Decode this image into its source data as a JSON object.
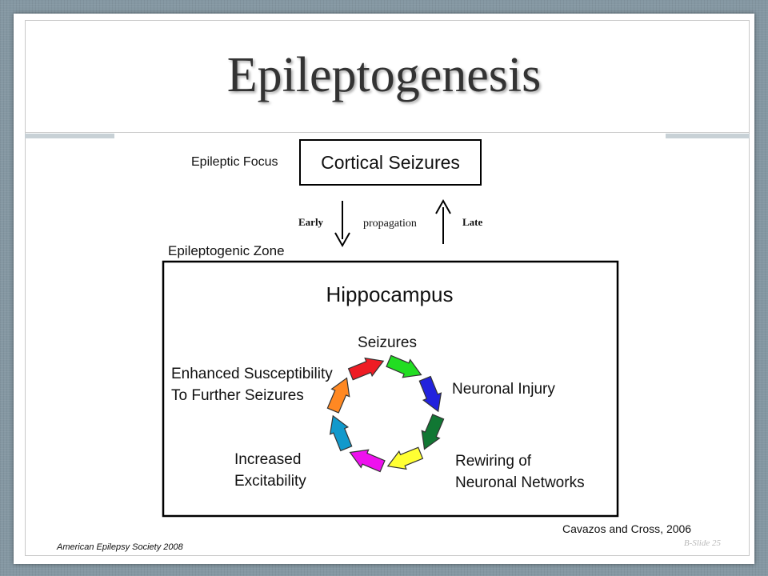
{
  "slide": {
    "title": "Epileptogenesis",
    "citation": "Cavazos and Cross, 2006",
    "footer": "American Epilepsy Society 2008",
    "slide_number": "B-Slide 25"
  },
  "diagram": {
    "epileptic_focus_label": "Epileptic Focus",
    "cortical_box_label": "Cortical Seizures",
    "early_label": "Early",
    "propagation_label": "propagation",
    "late_label": "Late",
    "zone_label": "Epileptogenic Zone",
    "hippocampus_label": "Hippocampus",
    "cycle": {
      "seizures": "Seizures",
      "neuronal_injury": "Neuronal Injury",
      "rewiring_line1": "Rewiring of",
      "rewiring_line2": "Neuronal Networks",
      "excitability_line1": "Increased",
      "excitability_line2": "Excitability",
      "susceptibility_line1": "Enhanced Susceptibility",
      "susceptibility_line2": "To Further Seizures"
    },
    "cycle_arrow_colors": [
      "#ee1c24",
      "#22dd22",
      "#2222dd",
      "#117733",
      "#ffff33",
      "#ee11ee",
      "#1199cc",
      "#ff8822"
    ],
    "cycle_arrow_names": [
      "red",
      "green",
      "blue",
      "dark-green",
      "yellow",
      "magenta",
      "cyan",
      "orange"
    ]
  }
}
